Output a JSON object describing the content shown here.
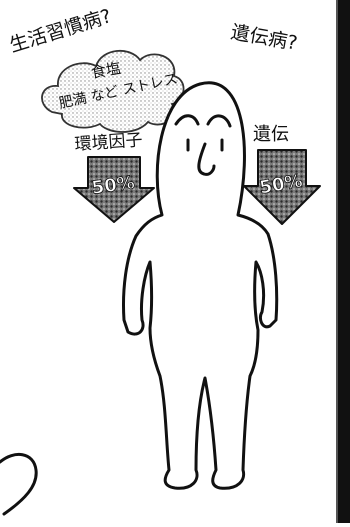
{
  "labels": {
    "lifestyle_disease": "生活習慣病?",
    "hereditary_disease": "遺伝病?",
    "cloud_line1": "食塩",
    "cloud_line2": "肥満 など ストレス",
    "environmental_factors": "環境因子",
    "heredity": "遺伝"
  },
  "factors": [
    {
      "name": "環境因子",
      "percent_label": "50%"
    },
    {
      "name": "遺伝",
      "percent_label": "50%"
    }
  ]
}
